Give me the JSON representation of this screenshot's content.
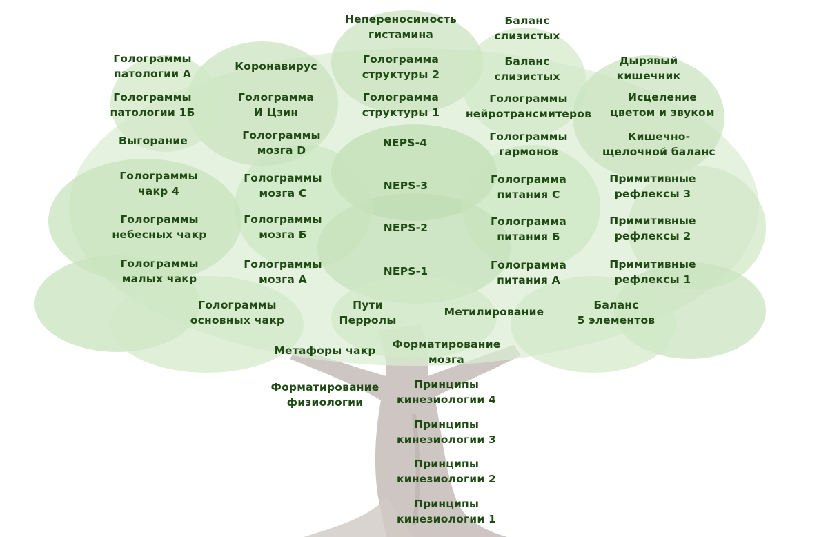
{
  "colors": {
    "label_text": "#1f4a14",
    "foliage_dark": "#a9d29a",
    "foliage_light": "#cfe8c4",
    "trunk": "#b6aaa3",
    "background": "#ffffff"
  },
  "nodes": [
    {
      "id": "gistamin",
      "lines": [
        "Непереносимость",
        "гистамина"
      ]
    },
    {
      "id": "balans-sliz-1",
      "lines": [
        "Баланс",
        "слизистых"
      ]
    },
    {
      "id": "patologii-a",
      "lines": [
        "Голограммы",
        "патологии А"
      ]
    },
    {
      "id": "koronavirus",
      "lines": [
        "Коронавирус"
      ]
    },
    {
      "id": "struktury-2",
      "lines": [
        "Голограмма",
        "структуры 2"
      ]
    },
    {
      "id": "balans-sliz-2",
      "lines": [
        "Баланс",
        "слизистых"
      ]
    },
    {
      "id": "dyryavyi",
      "lines": [
        "Дырявый",
        "кишечник"
      ]
    },
    {
      "id": "patologii-1b",
      "lines": [
        "Голограммы",
        "патологии 1Б"
      ]
    },
    {
      "id": "i-czin",
      "lines": [
        "Голограмма",
        "И Цзин"
      ]
    },
    {
      "id": "struktury-1",
      "lines": [
        "Голограмма",
        "структуры 1"
      ]
    },
    {
      "id": "neirotransmitery",
      "lines": [
        "Голограммы",
        "нейротрансмитеров"
      ]
    },
    {
      "id": "isczelenie",
      "lines": [
        "Исцеление",
        "цветом и звуком"
      ]
    },
    {
      "id": "vygoranie",
      "lines": [
        "Выгорание"
      ]
    },
    {
      "id": "mozga-d",
      "lines": [
        "Голограммы",
        "мозга D"
      ]
    },
    {
      "id": "neps-4",
      "lines": [
        "NEPS-4"
      ]
    },
    {
      "id": "garmony",
      "lines": [
        "Голограммы",
        "гармонов"
      ]
    },
    {
      "id": "kishechno",
      "lines": [
        "Кишечно-",
        "щелочной баланс"
      ]
    },
    {
      "id": "chakr-4",
      "lines": [
        "Голограммы",
        "чакр 4"
      ]
    },
    {
      "id": "mozga-c",
      "lines": [
        "Голограммы",
        "мозга С"
      ]
    },
    {
      "id": "neps-3",
      "lines": [
        "NEPS-3"
      ]
    },
    {
      "id": "pitaniya-c",
      "lines": [
        "Голограмма",
        "питания С"
      ]
    },
    {
      "id": "refleksy-3",
      "lines": [
        "Примитивные",
        "рефлексы 3"
      ]
    },
    {
      "id": "nebesnyh",
      "lines": [
        "Голограммы",
        "небесных чакр"
      ]
    },
    {
      "id": "mozga-b",
      "lines": [
        "Голограммы",
        "мозга Б"
      ]
    },
    {
      "id": "neps-2",
      "lines": [
        "NEPS-2"
      ]
    },
    {
      "id": "pitaniya-b",
      "lines": [
        "Голограмма",
        "питания Б"
      ]
    },
    {
      "id": "refleksy-2",
      "lines": [
        "Примитивные",
        "рефлексы 2"
      ]
    },
    {
      "id": "malyh",
      "lines": [
        "Голограммы",
        "малых чакр"
      ]
    },
    {
      "id": "mozga-a",
      "lines": [
        "Голограммы",
        "мозга А"
      ]
    },
    {
      "id": "neps-1",
      "lines": [
        "NEPS-1"
      ]
    },
    {
      "id": "pitaniya-a",
      "lines": [
        "Голограмма",
        "питания А"
      ]
    },
    {
      "id": "refleksy-1",
      "lines": [
        "Примитивные",
        "рефлексы 1"
      ]
    },
    {
      "id": "osnovnyh",
      "lines": [
        "Голограммы",
        "основных чакр"
      ]
    },
    {
      "id": "perroly",
      "lines": [
        "Пути",
        "Перролы"
      ]
    },
    {
      "id": "metilirovanie",
      "lines": [
        "Метилирование"
      ]
    },
    {
      "id": "5-elementov",
      "lines": [
        "Баланс",
        "5 элементов"
      ]
    },
    {
      "id": "metafory",
      "lines": [
        "Метафоры чакр"
      ]
    },
    {
      "id": "format-mozga",
      "lines": [
        "Форматирование",
        "мозга"
      ]
    },
    {
      "id": "format-fiziologii",
      "lines": [
        "Форматирование",
        "физиологии"
      ]
    },
    {
      "id": "kineziologii-4",
      "lines": [
        "Принципы",
        "кинезиологии 4"
      ]
    },
    {
      "id": "kineziologii-3",
      "lines": [
        "Принципы",
        "кинезиологии 3"
      ]
    },
    {
      "id": "kineziologii-2",
      "lines": [
        "Принципы",
        "кинезиологии 2"
      ]
    },
    {
      "id": "kineziologii-1",
      "lines": [
        "Принципы",
        "кинезиологии 1"
      ]
    }
  ]
}
